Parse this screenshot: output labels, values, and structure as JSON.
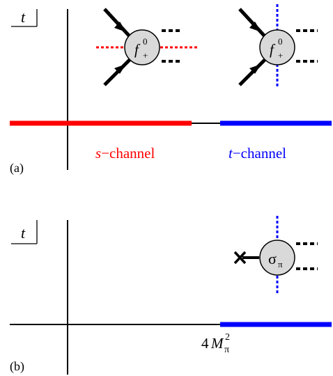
{
  "panel_a": {
    "panel_label": "(a)",
    "variable": "t",
    "s_channel": {
      "letter": "s",
      "suffix": "−channel",
      "color": "#ff0000"
    },
    "t_channel": {
      "letter": "t",
      "suffix": "−channel",
      "color": "#0000ff"
    },
    "blob_s": {
      "symbol": "f",
      "sup": "0",
      "sub": "+"
    },
    "blob_t": {
      "symbol": "f",
      "sup": "0",
      "sub": "+"
    }
  },
  "panel_b": {
    "panel_label": "(b)",
    "variable": "t",
    "blob": {
      "symbol": "σ",
      "sub": "π"
    },
    "threshold": {
      "coef": "4",
      "symbol": "M",
      "sub": "π",
      "sup": "2"
    },
    "cut_color": "#0000ff"
  },
  "colors": {
    "line": "#000000",
    "blob_fill": "#d9d9d9"
  }
}
